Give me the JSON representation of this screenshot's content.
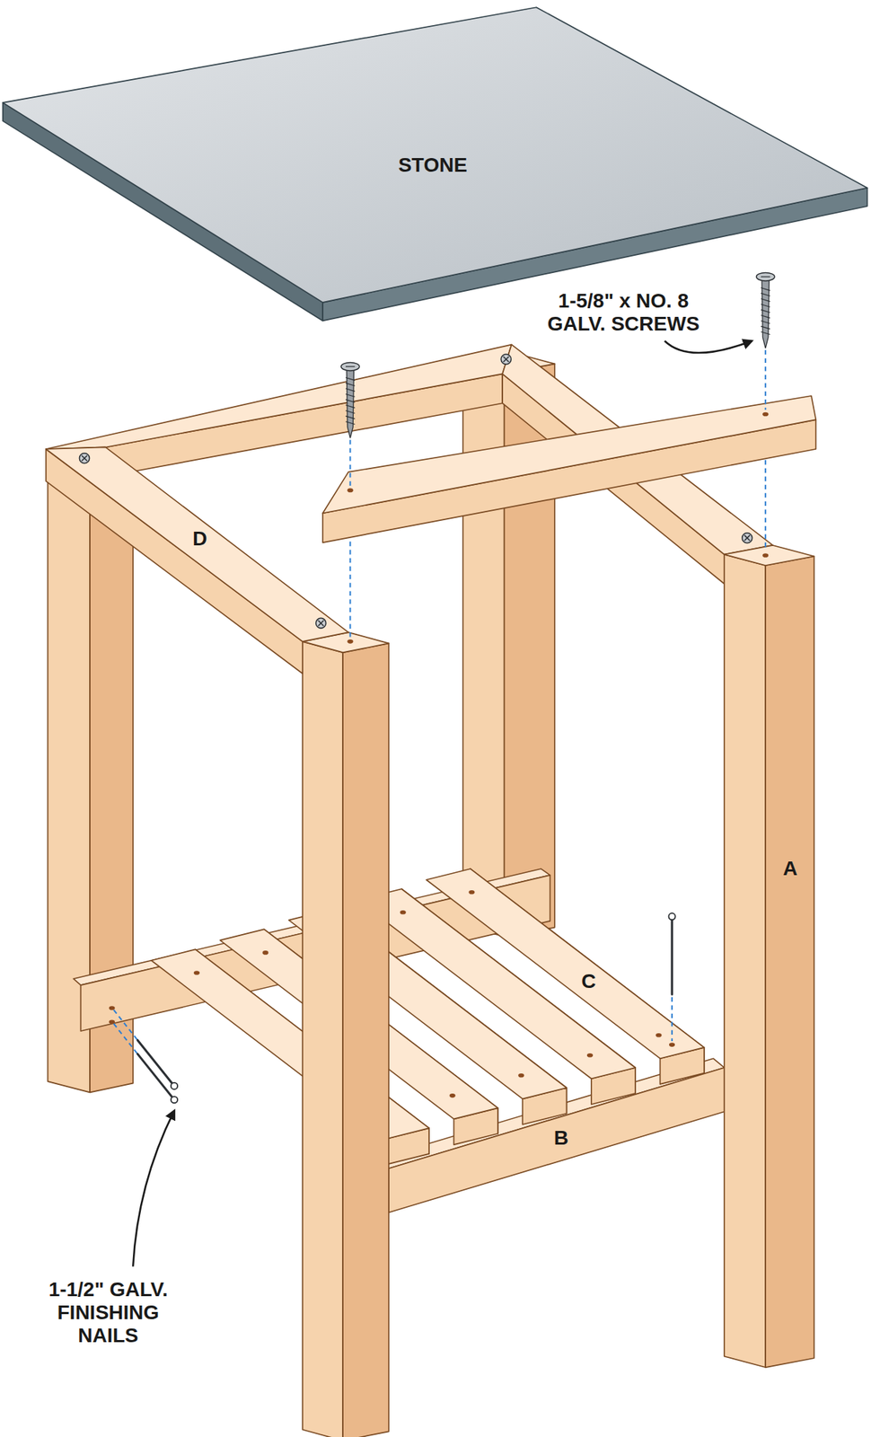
{
  "diagram": {
    "labels": [
      "STONE",
      "1-5/8\" x NO. 8 GALV. SCREWS",
      "D",
      "A",
      "C",
      "B",
      "1-1/2\" GALV. FINISHING NAILS"
    ]
  }
}
